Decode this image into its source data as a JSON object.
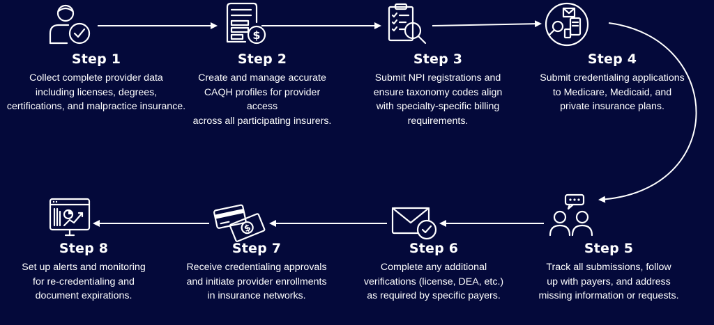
{
  "steps": [
    {
      "title": "Step 1",
      "lines": [
        "Collect complete provider data",
        "including licenses, degrees,",
        "certifications, and malpractice insurance."
      ]
    },
    {
      "title": "Step 2",
      "lines": [
        "Create and manage accurate",
        "CAQH profiles for provider access",
        "across all participating insurers."
      ]
    },
    {
      "title": "Step 3",
      "lines": [
        "Submit NPI registrations and",
        "ensure taxonomy codes align",
        "with specialty-specific billing",
        "requirements."
      ]
    },
    {
      "title": "Step 4",
      "lines": [
        "Submit credentialing applications",
        "to Medicare, Medicaid, and",
        "private insurance plans."
      ]
    },
    {
      "title": "Step 5",
      "lines": [
        "Track all submissions, follow",
        "up with payers, and address",
        "missing information or requests."
      ]
    },
    {
      "title": "Step 6",
      "lines": [
        "Complete any additional",
        "verifications (license, DEA, etc.)",
        "as required by specific payers."
      ]
    },
    {
      "title": "Step 7",
      "lines": [
        "Receive credentialing approvals",
        "and initiate provider enrollments",
        "in insurance networks."
      ]
    },
    {
      "title": "Step 8",
      "lines": [
        "Set up alerts and monitoring",
        "for re-credentialing and",
        "document expirations."
      ]
    }
  ],
  "icons": [
    "user-check-icon",
    "document-money-icon",
    "checklist-search-icon",
    "devices-search-icon",
    "team-chat-icon",
    "envelope-check-icon",
    "card-cash-icon",
    "analytics-monitor-icon"
  ],
  "colors": {
    "background": "#04093a",
    "foreground": "#ffffff"
  }
}
